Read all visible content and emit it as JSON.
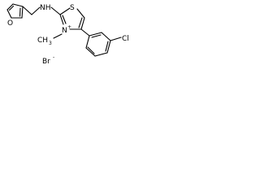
{
  "structure": {
    "atoms": {
      "furan_oxygen": "O",
      "amine": "NH",
      "ring_sulfur": "S",
      "ring_nitrogen": "N",
      "ring_nitrogen_charge": "+",
      "n_methyl": "CH",
      "n_methyl_subscript": "3",
      "chlorine": "Cl",
      "bromide": "Br",
      "bromide_charge": "-"
    }
  },
  "colors": {
    "bond": "#000000",
    "text": "#000000",
    "background": "#ffffff"
  }
}
